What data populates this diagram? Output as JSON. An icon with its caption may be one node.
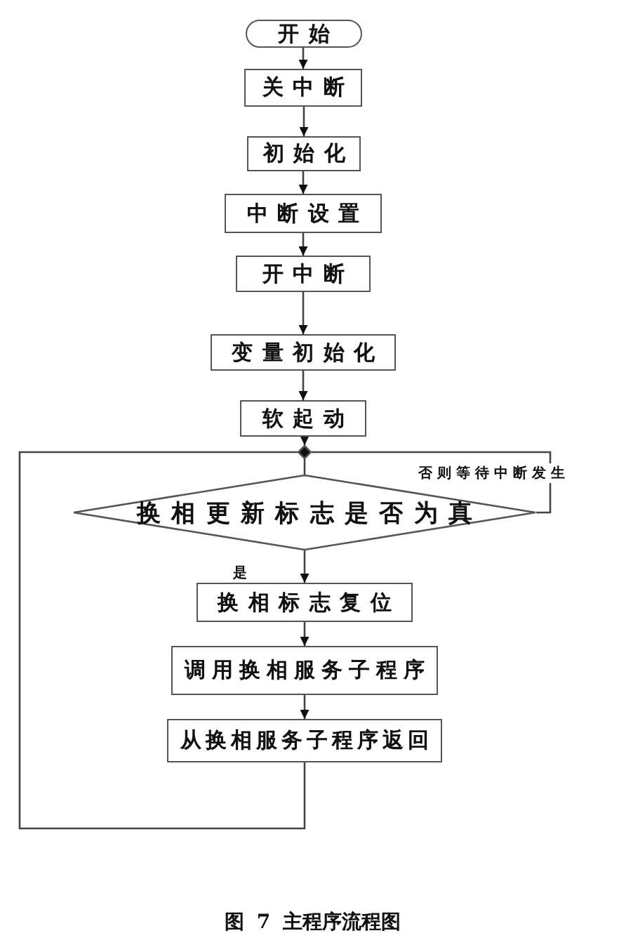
{
  "diagram": {
    "caption": "图 7 主程序流程图",
    "nodes": [
      {
        "text": [
          "开始"
        ]
      },
      {
        "text": [
          "关中断"
        ]
      },
      {
        "text": [
          "初始化"
        ]
      },
      {
        "text": [
          "中断设置"
        ]
      },
      {
        "text": [
          "开中断"
        ]
      },
      {
        "text": [
          "变量初始化"
        ]
      },
      {
        "text": [
          "软起动"
        ]
      },
      {
        "text": [],
        "shape": "diamond"
      },
      {
        "text": [
          "换相更新标志是否为真"
        ]
      },
      {
        "text": [
          "换相标志复位"
        ]
      },
      {
        "text": [
          "调用换相服务子程序"
        ]
      },
      {
        "text": [
          "从换相服务子程序返回"
        ]
      }
    ],
    "edges": [
      {
        "from": 0,
        "to": 1,
        "arrow": "to"
      },
      {
        "from": 1,
        "to": 2,
        "arrow": "to"
      },
      {
        "from": 2,
        "to": 3,
        "arrow": "to"
      },
      {
        "from": 3,
        "to": 4,
        "arrow": "to"
      },
      {
        "from": 4,
        "to": 5,
        "arrow": "to"
      },
      {
        "from": 5,
        "to": 6,
        "arrow": "to"
      },
      {
        "from": 6,
        "to": 7,
        "arrow": "to"
      },
      {
        "from": 7,
        "to": 8,
        "arrow": "none"
      },
      {
        "from": 8,
        "to": 7,
        "arrow": "none",
        "label": "否则等待中断发生"
      },
      {
        "from": 8,
        "to": 9,
        "arrow": "to",
        "label": "是"
      },
      {
        "from": 9,
        "to": 10,
        "arrow": "to"
      },
      {
        "from": 10,
        "to": 11,
        "arrow": "to"
      },
      {
        "from": 11,
        "to": 7,
        "arrow": "none"
      }
    ]
  }
}
